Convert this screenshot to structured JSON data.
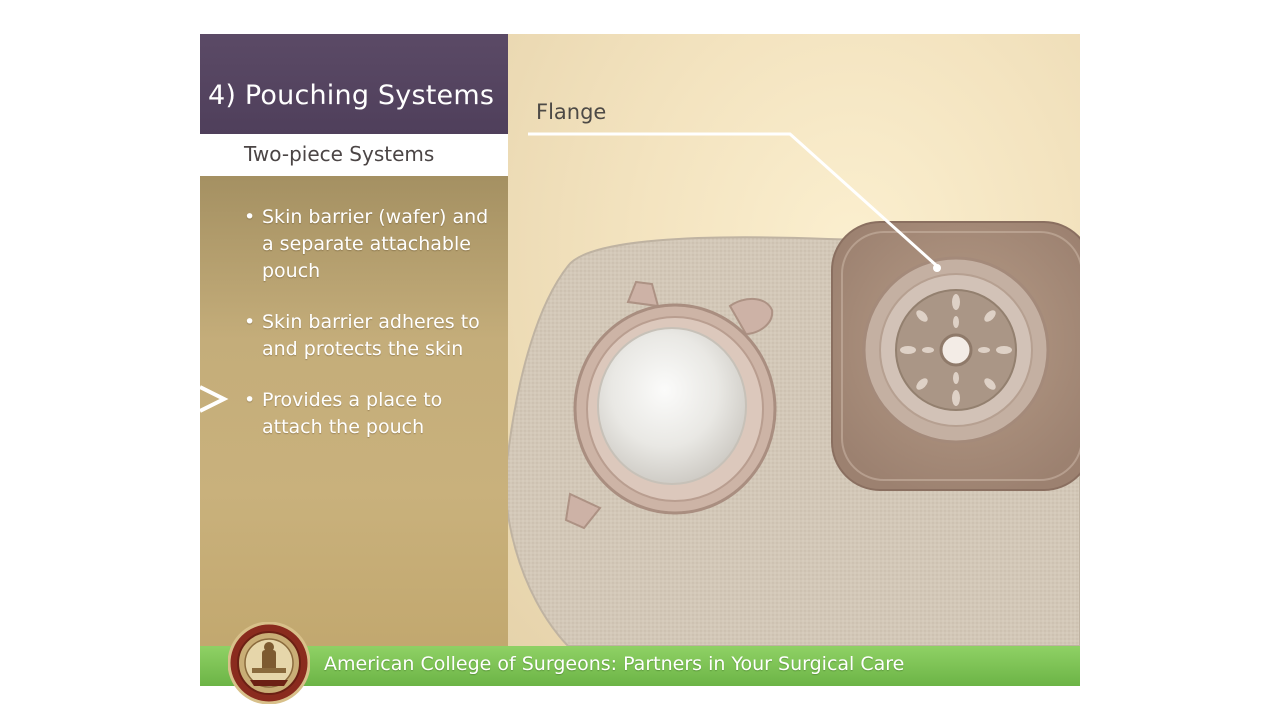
{
  "slide": {
    "title": "4) Pouching Systems",
    "subtitle": "Two-piece Systems",
    "bullet_marker": "•",
    "bullets": [
      "Skin barrier (wafer) and a separate attachable pouch",
      "Skin barrier adheres to and protects the skin",
      "Provides a place to attach the pouch"
    ],
    "active_bullet": 2,
    "image_label": "Flange",
    "footer": "American College of Surgeons: Partners in Your Surgical Care"
  },
  "icons": {
    "pointer": "chevron-right-icon",
    "seal": "acs-seal-logo"
  },
  "colors": {
    "title_bar": "#4f3f5b",
    "left_panel": "#c4ad7a",
    "footer_green": "#7ac252",
    "background_cream": "#f3e3bf"
  }
}
